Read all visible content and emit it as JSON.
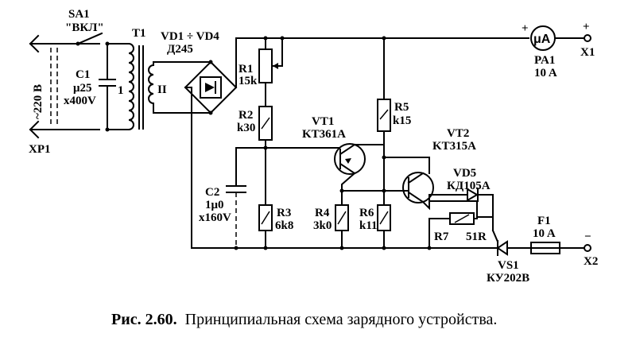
{
  "caption": {
    "number": "Рис. 2.60.",
    "text": "Принципиальная схема зарядного устройства."
  },
  "labels": {
    "sa1": "SA1",
    "sa1_text": "\"ВКЛ\"",
    "t1": "T1",
    "mains": "~220 В",
    "xp1": "XP1",
    "c1_name": "C1",
    "c1_value": "μ25",
    "c1_voltage": "x400V",
    "winding1": "1",
    "winding2": "II",
    "vd14_name": "VD1 ÷ VD4",
    "vd14_type": "Д245",
    "r1_name": "R1",
    "r1_value": "15k",
    "r2_name": "R2",
    "r2_value": "k30",
    "r3_name": "R3",
    "r3_value": "6k8",
    "r4_name": "R4",
    "r4_value": "3k0",
    "r5_name": "R5",
    "r5_value": "k15",
    "r6_name": "R6",
    "r6_value": "k11",
    "r7_name": "R7",
    "r7_value": "51R",
    "c2_name": "C2",
    "c2_value": "1μ0",
    "c2_voltage": "x160V",
    "vt1_name": "VT1",
    "vt1_type": "KT361A",
    "vt2_name": "VT2",
    "vt2_type": "KT315A",
    "vd5_name": "VD5",
    "vd5_type": "КД105А",
    "vs1_name": "VS1",
    "vs1_type": "КУ202В",
    "f1_name": "F1",
    "f1_value": "10 A",
    "pa1_name": "PA1",
    "pa1_value": "10 A",
    "pa1_symbol": "μA",
    "x1": "X1",
    "x2": "X2",
    "plus_meter": "+",
    "plus_x1": "+",
    "minus_x2": "−"
  }
}
